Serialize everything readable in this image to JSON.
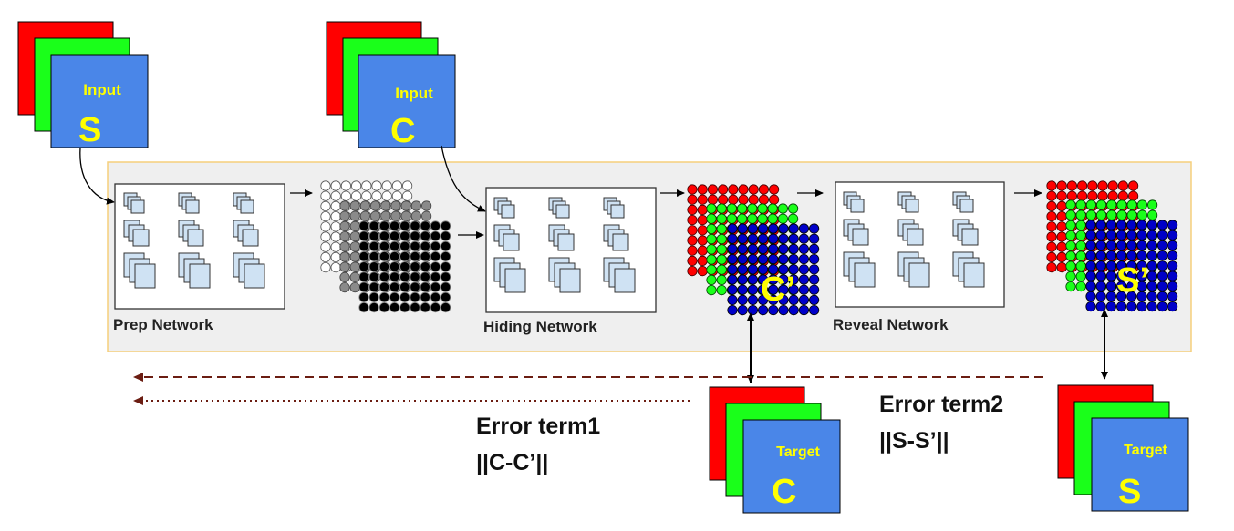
{
  "inputs": {
    "secret": {
      "caption": "Input",
      "letter": "S"
    },
    "cover": {
      "caption": "Input",
      "letter": "C"
    }
  },
  "networks": {
    "prep": {
      "label": "Prep Network"
    },
    "hiding": {
      "label": "Hiding Network"
    },
    "reveal": {
      "label": "Reveal Network"
    }
  },
  "outputs": {
    "container": {
      "letter": "C’"
    },
    "revealed": {
      "letter": "S’"
    }
  },
  "targets": {
    "cover": {
      "caption": "Target",
      "letter": "C"
    },
    "secret": {
      "caption": "Target",
      "letter": "S"
    }
  },
  "errors": {
    "term1": {
      "title": "Error term1",
      "formula": "||C-C’||"
    },
    "term2": {
      "title": "Error term2",
      "formula": "||S-S’||"
    }
  },
  "colors": {
    "red": "#ff0000",
    "green": "#1aff1a",
    "blue_card": "#4a86e8",
    "blue_dots": "#0000c8",
    "letter_yellow": "#ffff00",
    "panel_fill": "#efefef",
    "panel_border": "#f6cf7b",
    "error_arrow": "#6b1d12"
  }
}
